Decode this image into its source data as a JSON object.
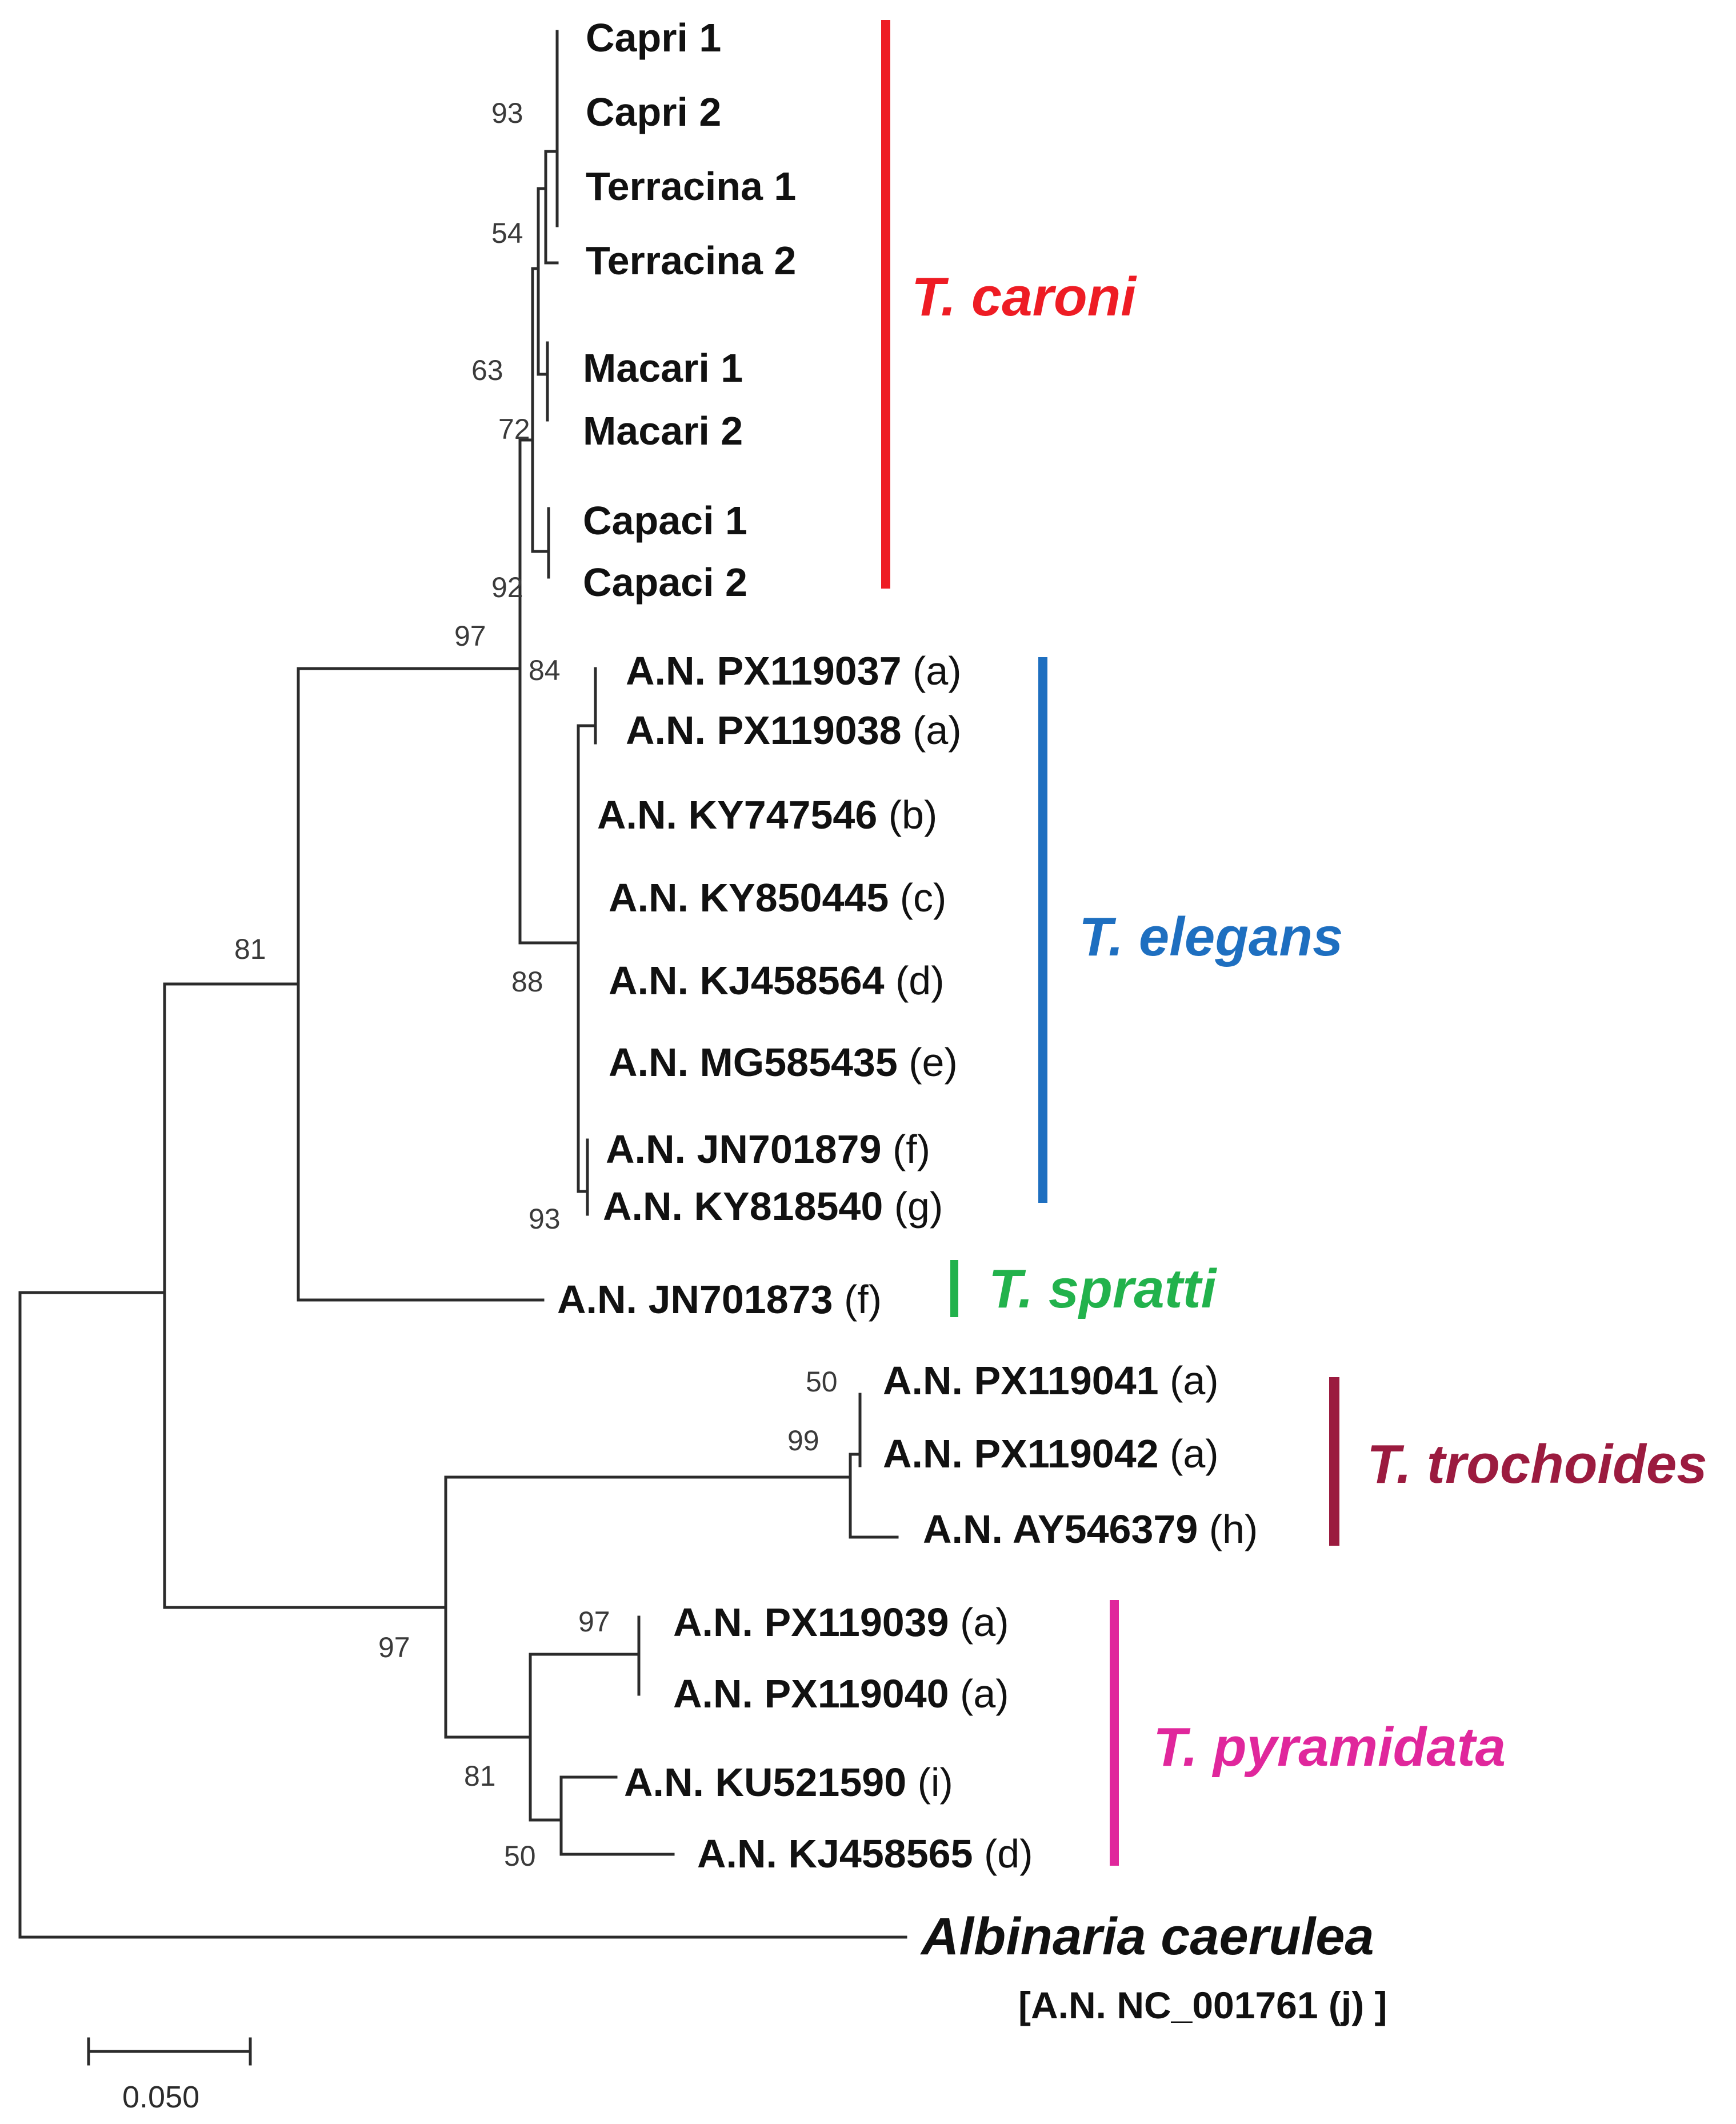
{
  "taxa": [
    {
      "id": "capri1",
      "accession": "Capri 1",
      "ref": ""
    },
    {
      "id": "capri2",
      "accession": "Capri 2",
      "ref": ""
    },
    {
      "id": "terracina1",
      "accession": "Terracina 1",
      "ref": ""
    },
    {
      "id": "terracina2",
      "accession": "Terracina 2",
      "ref": ""
    },
    {
      "id": "macari1",
      "accession": "Macari 1",
      "ref": ""
    },
    {
      "id": "macari2",
      "accession": "Macari 2",
      "ref": ""
    },
    {
      "id": "capaci1",
      "accession": "Capaci 1",
      "ref": ""
    },
    {
      "id": "capaci2",
      "accession": "Capaci 2",
      "ref": ""
    },
    {
      "id": "px119037",
      "accession": "A.N. PX119037",
      "ref": "(a)"
    },
    {
      "id": "px119038",
      "accession": "A.N. PX119038",
      "ref": "(a)"
    },
    {
      "id": "ky747546",
      "accession": "A.N.  KY747546",
      "ref": "(b)"
    },
    {
      "id": "ky850445",
      "accession": "A.N.  KY850445",
      "ref": "(c)"
    },
    {
      "id": "kj458564",
      "accession": "A.N. KJ458564",
      "ref": "(d)"
    },
    {
      "id": "mg585435",
      "accession": "A.N. MG585435",
      "ref": "(e)"
    },
    {
      "id": "jn701879",
      "accession": "A.N. JN701879",
      "ref": "(f)"
    },
    {
      "id": "ky818540",
      "accession": "A.N.  KY818540",
      "ref": "(g)"
    },
    {
      "id": "jn701873",
      "accession": "A.N. JN701873",
      "ref": "(f)"
    },
    {
      "id": "px119041",
      "accession": "A.N. PX119041",
      "ref": "(a)"
    },
    {
      "id": "px119042",
      "accession": "A.N. PX119042",
      "ref": "(a)"
    },
    {
      "id": "ay546379",
      "accession": "A.N.  AY546379",
      "ref": "(h)"
    },
    {
      "id": "px119039",
      "accession": "A.N. PX119039",
      "ref": "(a)"
    },
    {
      "id": "px119040",
      "accession": "A.N. PX119040",
      "ref": "(a)"
    },
    {
      "id": "ku521590",
      "accession": "A.N.  KU521590",
      "ref": "(i)"
    },
    {
      "id": "kj458565",
      "accession": "A.N.  KJ458565",
      "ref": "(d)"
    }
  ],
  "outgroup": {
    "name": "Albinaria  caerulea",
    "accession": "[A.N. NC_001761 (j) ]"
  },
  "bootstrap": [
    {
      "id": "b93a",
      "value": "93"
    },
    {
      "id": "b54",
      "value": "54"
    },
    {
      "id": "b63",
      "value": "63"
    },
    {
      "id": "b72",
      "value": "72"
    },
    {
      "id": "b92",
      "value": "92"
    },
    {
      "id": "b97a",
      "value": "97"
    },
    {
      "id": "b84",
      "value": "84"
    },
    {
      "id": "b88",
      "value": "88"
    },
    {
      "id": "b93b",
      "value": "93"
    },
    {
      "id": "b81a",
      "value": "81"
    },
    {
      "id": "b50a",
      "value": "50"
    },
    {
      "id": "b99",
      "value": "99"
    },
    {
      "id": "b97b",
      "value": "97"
    },
    {
      "id": "b97c",
      "value": "97"
    },
    {
      "id": "b81b",
      "value": "81"
    },
    {
      "id": "b50b",
      "value": "50"
    }
  ],
  "clades": [
    {
      "id": "caroni",
      "label": "T. caroni",
      "color": "#ee1c24"
    },
    {
      "id": "elegans",
      "label": "T. elegans",
      "color": "#1e6fc0"
    },
    {
      "id": "spratti",
      "label": "T. spratti",
      "color": "#22b24c"
    },
    {
      "id": "trochoides",
      "label": "T. trochoides",
      "color": "#9b1b3f"
    },
    {
      "id": "pyramidata",
      "label": "T. pyramidata",
      "color": "#e0279c"
    }
  ],
  "scale_bar": {
    "label": "0.050"
  }
}
